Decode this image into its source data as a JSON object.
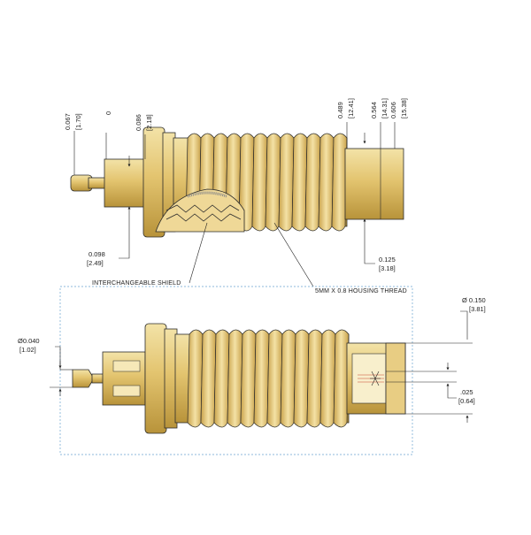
{
  "colors": {
    "brass": "#e3c46f",
    "brass_light": "#f1dc98",
    "brass_dark": "#b8933a",
    "outline": "#2b2b2b",
    "frame": "#6aa4cf"
  },
  "top_view": {
    "dims": {
      "d1_in": "0.067",
      "d1_mm": "[1.70]",
      "d2_in": "0",
      "d3_in": "0.086",
      "d3_mm": "[2.18]",
      "d4_in": "0.489",
      "d4_mm": "[12.41]",
      "d5_in": "0.564",
      "d5_mm": "[14.31]",
      "d6_in": "0.606",
      "d6_mm": "[15.38]",
      "d7_in": "0.098",
      "d7_mm": "[2.49]",
      "d8_in": "0.125",
      "d8_mm": "[3.18]"
    },
    "callouts": {
      "shield": "INTERCHANGEABLE SHIELD",
      "thread": "5MM X 0.8 HOUSING THREAD"
    }
  },
  "bottom_view": {
    "dims": {
      "left_dia_in": "Ø0.040",
      "left_dia_mm": "[1.02]",
      "right_dia_in": "Ø 0.150",
      "right_dia_mm": "[3.81]",
      "gap_in": ".025",
      "gap_mm": "[0.64]"
    }
  }
}
